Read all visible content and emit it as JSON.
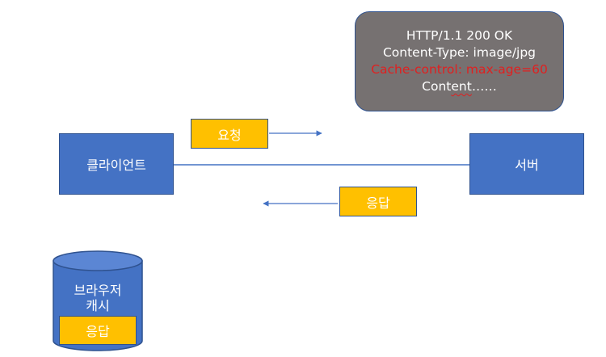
{
  "diagram": {
    "client_label": "클라이언트",
    "server_label": "서버",
    "request_label": "요청",
    "response_label": "응답",
    "http_response": {
      "status_line": "HTTP/1.1 200 OK",
      "content_type": "Content-Type: image/jpg",
      "cache_control": "Cache-control: max-age=60",
      "body_prefix": "Cont",
      "body_suffix": "ent",
      "body_dots": "……"
    },
    "cache": {
      "label_line1": "브라우저",
      "label_line2": "캐시",
      "stored_label": "응답"
    },
    "colors": {
      "node_blue": "#4472c4",
      "label_yellow": "#ffc000",
      "response_gray": "#767171",
      "highlight_red": "#e02020"
    }
  }
}
